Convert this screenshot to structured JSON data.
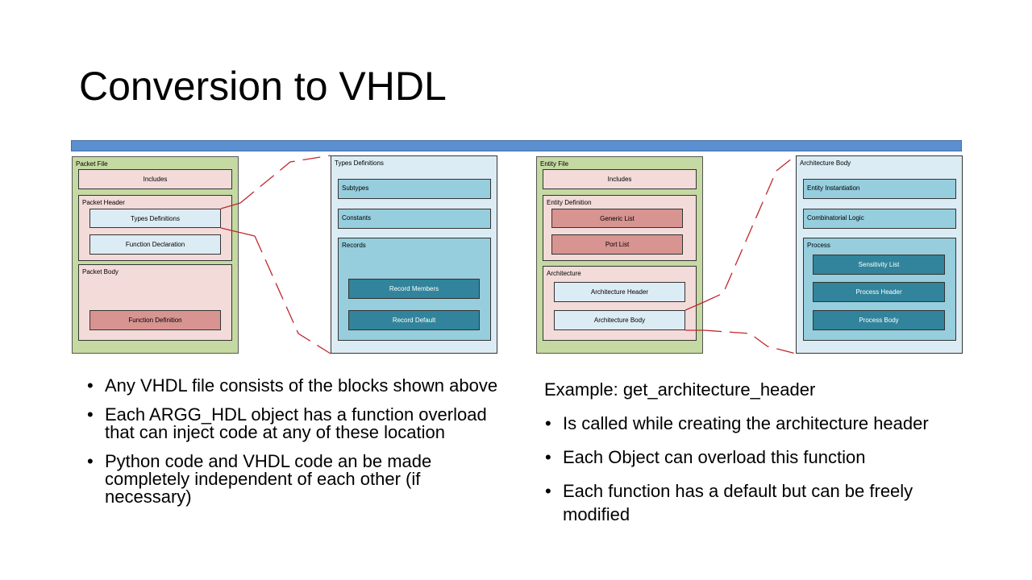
{
  "slide": {
    "title": "Conversion to VHDL"
  },
  "diagram": {
    "packet_file": {
      "label": "Packet File",
      "includes": "Includes",
      "packet_header": {
        "label": "Packet Header",
        "types_definitions": "Types Definitions",
        "function_declaration": "Function Declaration"
      },
      "packet_body": {
        "label": "Packet Body",
        "function_definition": "Function Definition"
      }
    },
    "types_definitions": {
      "label": "Types Definitions",
      "subtypes": "Subtypes",
      "constants": "Constants",
      "records": {
        "label": "Records",
        "record_members": "Record Members",
        "record_default": "Record Default"
      }
    },
    "entity_file": {
      "label": "Entity File",
      "includes": "Includes",
      "entity_definition": {
        "label": "Entity Definition",
        "generic_list": "Generic List",
        "port_list": "Port List"
      },
      "architecture": {
        "label": "Architecture",
        "architecture_header": "Architecture Header",
        "architecture_body": "Architecture Body"
      }
    },
    "architecture_body": {
      "label": "Architecture Body",
      "entity_instantiation": "Entity Instantiation",
      "combinatorial_logic": "Combinatorial Logic",
      "process": {
        "label": "Process",
        "sensitivity_list": "Sensitivity List",
        "process_header": "Process Header",
        "process_body": "Process Body"
      }
    },
    "colors": {
      "accent_bar": "#5b8fd0",
      "connector": "#c0272d",
      "file_green": "#c5d9a2",
      "teal": "#31849b"
    }
  },
  "left_bullets": [
    "Any VHDL file consists of the blocks shown above",
    "Each ARGG_HDL object has a function overload that can inject code at any of these location",
    "Python code and VHDL code an be made completely independent of each other (if necessary)"
  ],
  "example": {
    "heading": "Example: get_architecture_header",
    "bullets": [
      "Is called while creating the architecture header",
      "Each Object can overload this function",
      "Each function has a default but can be freely modified"
    ]
  }
}
